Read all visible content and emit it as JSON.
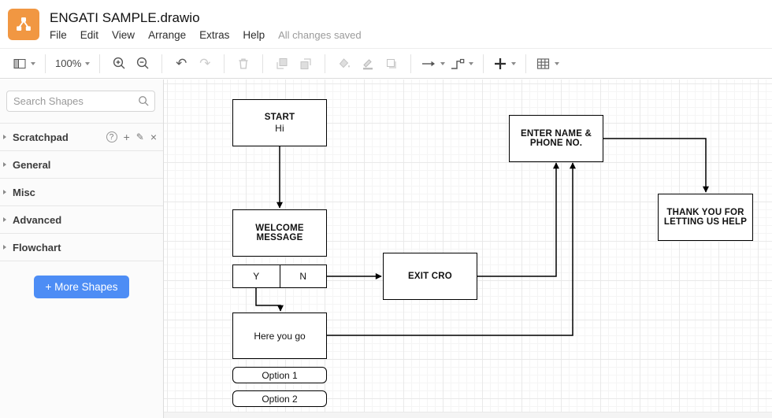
{
  "header": {
    "title": "ENGATI SAMPLE.drawio",
    "menus": [
      "File",
      "Edit",
      "View",
      "Arrange",
      "Extras",
      "Help"
    ],
    "status": "All changes saved"
  },
  "toolbar": {
    "zoom_level": "100%",
    "undo_glyph": "↶",
    "redo_glyph": "↷"
  },
  "sidebar": {
    "search_placeholder": "Search Shapes",
    "sections": [
      {
        "label": "Scratchpad"
      },
      {
        "label": "General"
      },
      {
        "label": "Misc"
      },
      {
        "label": "Advanced"
      },
      {
        "label": "Flowchart"
      }
    ],
    "scratchpad_tools": {
      "help": "?",
      "add": "+",
      "edit": "✎",
      "close": "×"
    },
    "more_shapes_label": "+ More Shapes"
  },
  "canvas": {
    "nodes": {
      "start_title": "START",
      "start_subtitle": "Hi",
      "welcome": "WELCOME MESSAGE",
      "yes": "Y",
      "no": "N",
      "exit": "EXIT CRO",
      "enter": "ENTER NAME & PHONE NO.",
      "thank": "THANK YOU FOR LETTING US HELP",
      "here": "Here you go",
      "option1": "Option 1",
      "option2": "Option 2"
    }
  },
  "colors": {
    "accent": "#4D8DF5",
    "logo_orange": "#F19742",
    "stroke": "#000000"
  }
}
